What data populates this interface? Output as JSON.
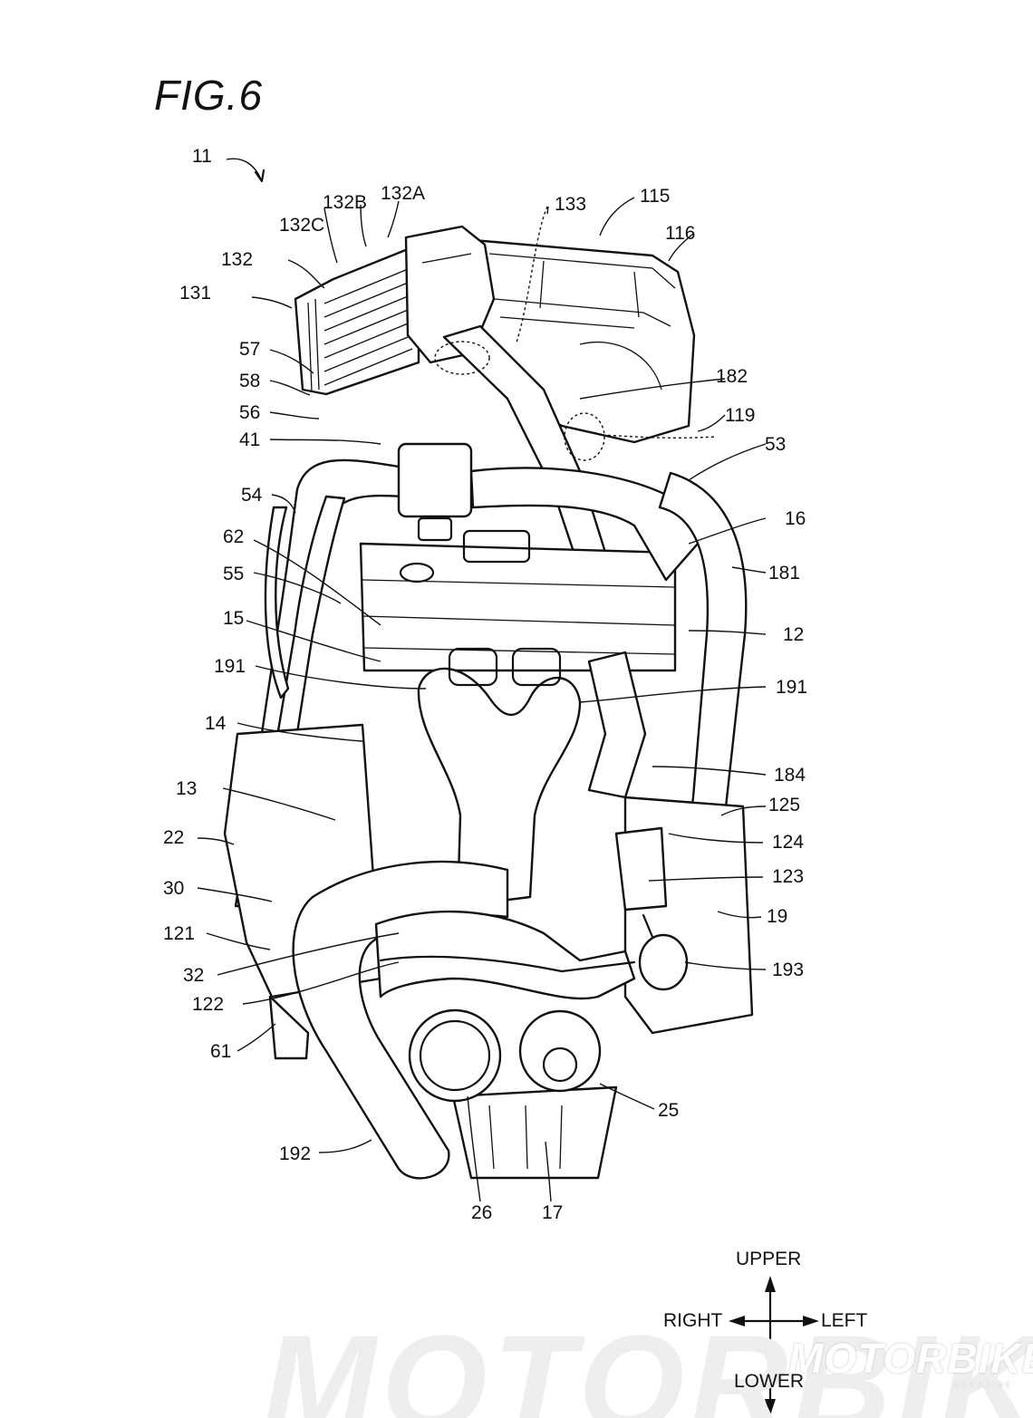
{
  "figure": {
    "title": "FIG.6",
    "assembly_ref": "11"
  },
  "callouts": [
    {
      "id": "11",
      "text": "11"
    },
    {
      "id": "132B",
      "text": "132B"
    },
    {
      "id": "132A",
      "text": "132A"
    },
    {
      "id": "132C",
      "text": "132C"
    },
    {
      "id": "133",
      "text": "133"
    },
    {
      "id": "115",
      "text": "115"
    },
    {
      "id": "116",
      "text": "116"
    },
    {
      "id": "132",
      "text": "132"
    },
    {
      "id": "131",
      "text": "131"
    },
    {
      "id": "57",
      "text": "57"
    },
    {
      "id": "58",
      "text": "58"
    },
    {
      "id": "56",
      "text": "56"
    },
    {
      "id": "41",
      "text": "41"
    },
    {
      "id": "182",
      "text": "182"
    },
    {
      "id": "119",
      "text": "119"
    },
    {
      "id": "53",
      "text": "53"
    },
    {
      "id": "54",
      "text": "54"
    },
    {
      "id": "16",
      "text": "16"
    },
    {
      "id": "62",
      "text": "62"
    },
    {
      "id": "181",
      "text": "181"
    },
    {
      "id": "55",
      "text": "55"
    },
    {
      "id": "15",
      "text": "15"
    },
    {
      "id": "12",
      "text": "12"
    },
    {
      "id": "191a",
      "text": "191"
    },
    {
      "id": "191b",
      "text": "191"
    },
    {
      "id": "14",
      "text": "14"
    },
    {
      "id": "184",
      "text": "184"
    },
    {
      "id": "13",
      "text": "13"
    },
    {
      "id": "125",
      "text": "125"
    },
    {
      "id": "22",
      "text": "22"
    },
    {
      "id": "124",
      "text": "124"
    },
    {
      "id": "123",
      "text": "123"
    },
    {
      "id": "30",
      "text": "30"
    },
    {
      "id": "19",
      "text": "19"
    },
    {
      "id": "121",
      "text": "121"
    },
    {
      "id": "193",
      "text": "193"
    },
    {
      "id": "32",
      "text": "32"
    },
    {
      "id": "122",
      "text": "122"
    },
    {
      "id": "61",
      "text": "61"
    },
    {
      "id": "25",
      "text": "25"
    },
    {
      "id": "192",
      "text": "192"
    },
    {
      "id": "26",
      "text": "26"
    },
    {
      "id": "17",
      "text": "17"
    }
  ],
  "orientation": {
    "upper": "UPPER",
    "lower": "LOWER",
    "right": "RIGHT",
    "left": "LEFT"
  },
  "watermark": {
    "brand": "MOTORBIKE",
    "sub": "MAGAZINE"
  }
}
